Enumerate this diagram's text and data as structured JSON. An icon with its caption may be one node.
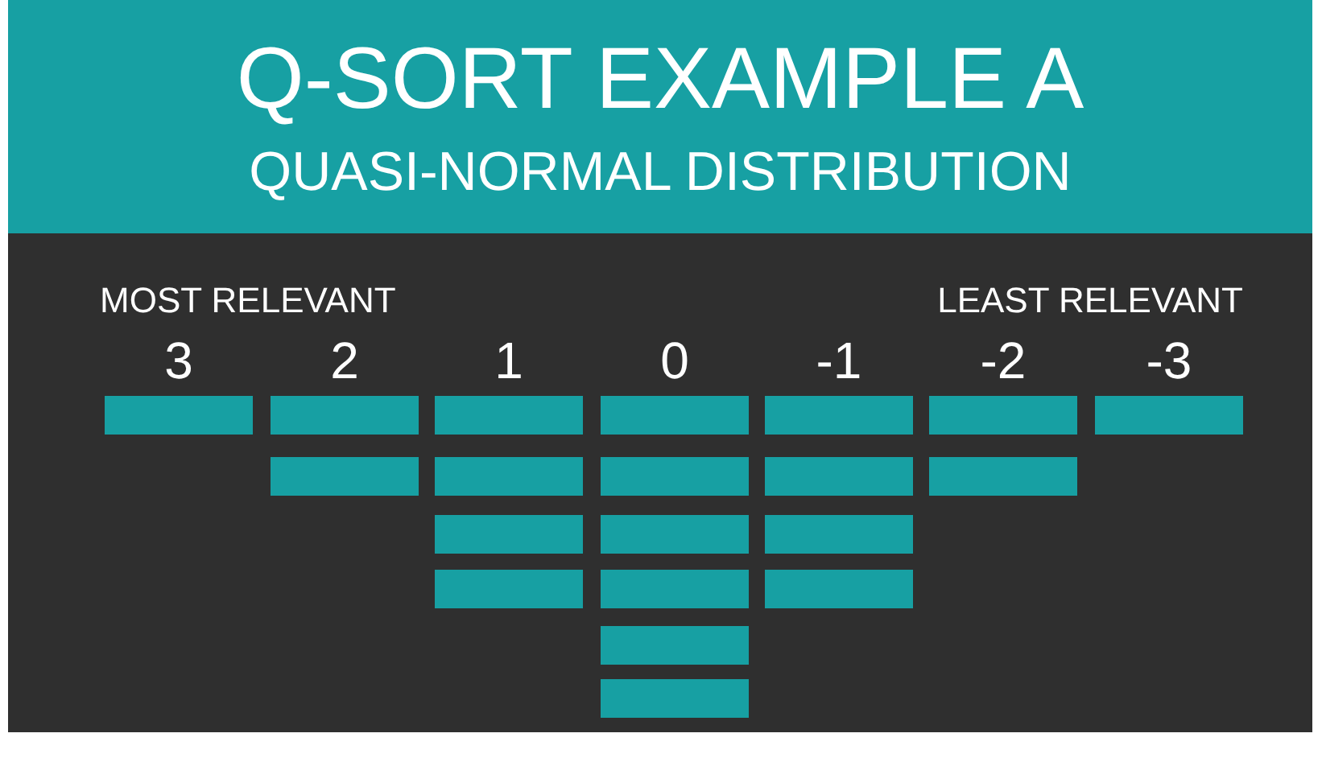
{
  "diagram": {
    "title": "Q-SORT  EXAMPLE A",
    "nodes": [
      {
        "text": [],
        "shape": "bar"
      },
      {
        "text": [],
        "shape": "bar"
      },
      {
        "text": [],
        "shape": "bar"
      },
      {
        "text": [],
        "shape": "bar"
      },
      {
        "text": [],
        "shape": "bar"
      },
      {
        "text": [],
        "shape": "bar"
      },
      {
        "text": [],
        "shape": "bar"
      },
      {
        "text": [],
        "shape": "bar"
      },
      {
        "text": [],
        "shape": "bar"
      },
      {
        "text": [],
        "shape": "bar"
      },
      {
        "text": [],
        "shape": "bar"
      },
      {
        "text": [],
        "shape": "bar"
      },
      {
        "text": [],
        "shape": "bar"
      },
      {
        "text": [],
        "shape": "bar"
      },
      {
        "text": [],
        "shape": "bar"
      },
      {
        "text": [],
        "shape": "bar"
      },
      {
        "text": [],
        "shape": "bar"
      },
      {
        "text": [],
        "shape": "bar"
      },
      {
        "text": [],
        "shape": "bar"
      },
      {
        "text": [],
        "shape": "bar"
      }
    ],
    "labels": [
      "QUASI-NORMAL DISTRIBUTION",
      "MOST RELEVANT",
      "LEAST RELEVANT",
      "3",
      "2",
      "1",
      "0",
      "-1",
      "-2",
      "-3"
    ]
  }
}
